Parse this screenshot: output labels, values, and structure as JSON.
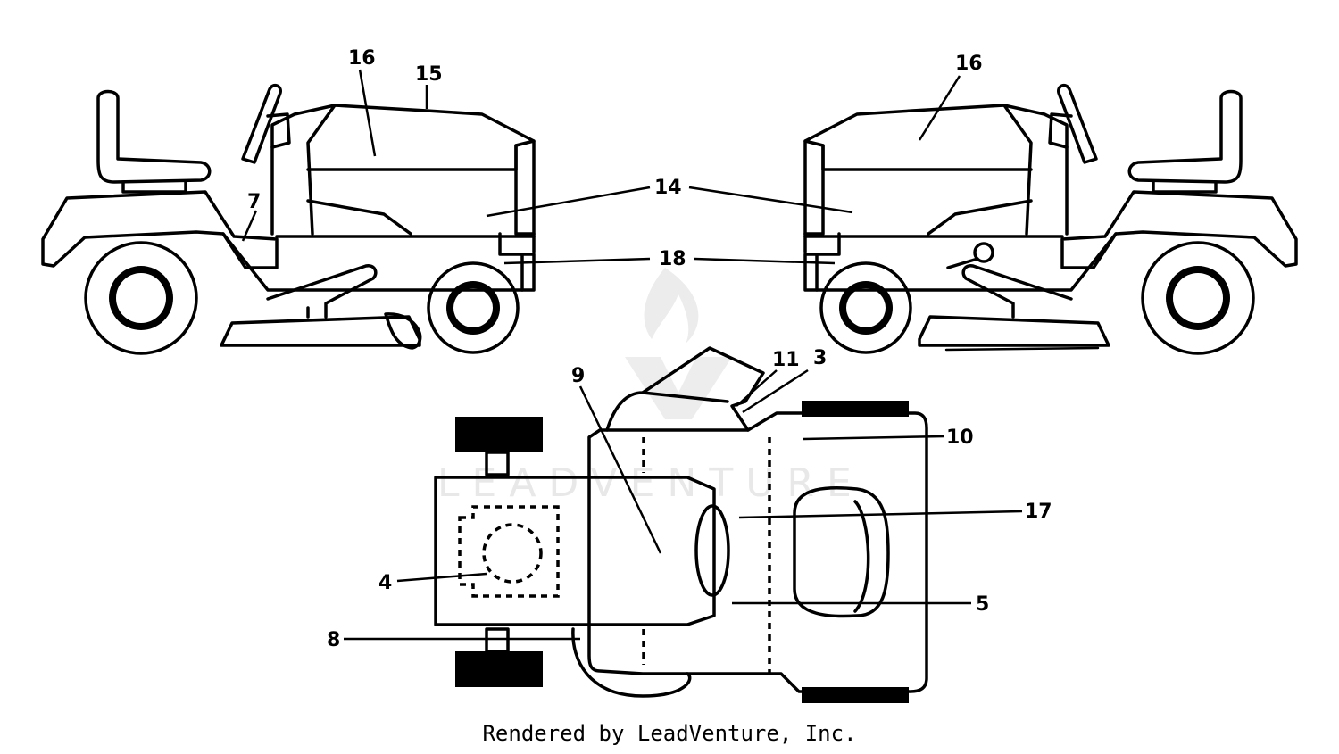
{
  "callouts": {
    "c3": "3",
    "c4": "4",
    "c5": "5",
    "c7": "7",
    "c8": "8",
    "c9": "9",
    "c10": "10",
    "c11": "11",
    "c14": "14",
    "c15": "15",
    "c16_left": "16",
    "c16_right": "16",
    "c17": "17",
    "c18": "18"
  },
  "watermark": {
    "text": "LEADVENTURE"
  },
  "footer": {
    "text": "Rendered by LeadVenture, Inc."
  }
}
